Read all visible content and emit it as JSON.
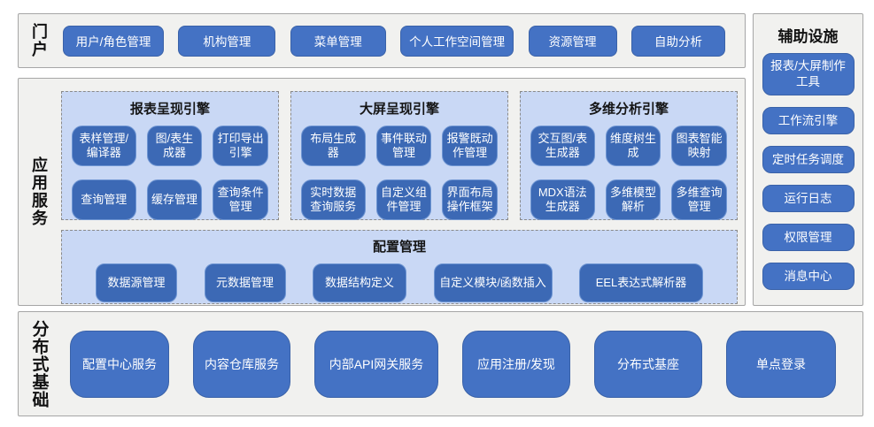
{
  "colors": {
    "page_background": "#ffffff",
    "panel_background": "#f1f1ef",
    "panel_border": "#a6a6a6",
    "node_blue": "#4472c4",
    "node_blue_inner": "#3c69b5",
    "group_background": "#c9d8f5",
    "group_border_dashed": "#8a8a8a",
    "node_text": "#ffffff",
    "label_text": "#111111"
  },
  "portal": {
    "label": "门户",
    "items": [
      "用户/角色管理",
      "机构管理",
      "菜单管理",
      "个人工作空间管理",
      "资源管理",
      "自助分析"
    ]
  },
  "app_services": {
    "label": "应用服务",
    "engines": [
      {
        "title": "报表呈现引擎",
        "items": [
          "表样管理/编译器",
          "图/表生成器",
          "打印导出引擎",
          "查询管理",
          "缓存管理",
          "查询条件管理"
        ]
      },
      {
        "title": "大屏呈现引擎",
        "items": [
          "布局生成器",
          "事件联动管理",
          "报警既动作管理",
          "实时数据查询服务",
          "自定义组件管理",
          "界面布局操作框架"
        ]
      },
      {
        "title": "多维分析引擎",
        "items": [
          "交互图/表生成器",
          "维度树生成",
          "图表智能映射",
          "MDX语法生成器",
          "多维模型解析",
          "多维查询管理"
        ]
      }
    ],
    "config": {
      "title": "配置管理",
      "items": [
        "数据源管理",
        "元数据管理",
        "数据结构定义",
        "自定义模块/函数插入",
        "EEL表达式解析器"
      ]
    }
  },
  "distributed": {
    "label": "分布式基础",
    "items": [
      "配置中心服务",
      "内容仓库服务",
      "内部API网关服务",
      "应用注册/发现",
      "分布式基座",
      "单点登录"
    ]
  },
  "auxiliary": {
    "title": "辅助设施",
    "items": [
      "报表/大屏制作工具",
      "工作流引擎",
      "定时任务调度",
      "运行日志",
      "权限管理",
      "消息中心"
    ]
  }
}
